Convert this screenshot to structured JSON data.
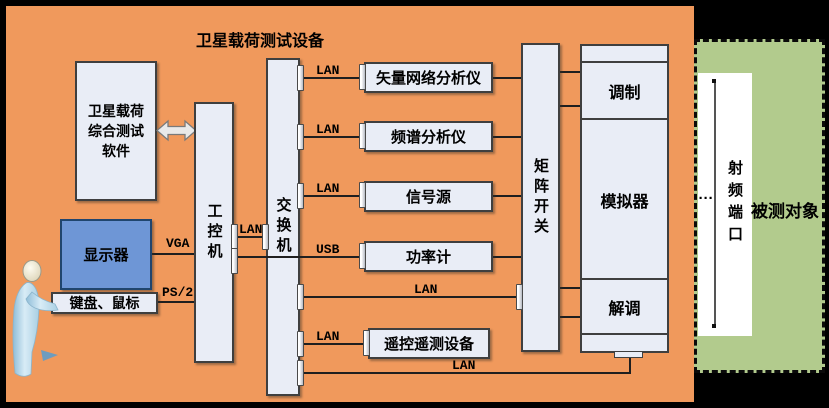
{
  "diagram_title": "卫星载荷测试设备",
  "colors": {
    "panel_orange": "#F0995C",
    "dut_zone_green": "#B2CB8D",
    "box_fill": "#E9EDF6",
    "monitor_blue": "#6E96D6",
    "line": "#1F1F1F"
  },
  "software_box": {
    "line1": "卫星载荷",
    "line2": "综合测试",
    "line3": "软件"
  },
  "monitor": {
    "label": "显示器"
  },
  "keyboard_mouse": {
    "label": "键盘、鼠标"
  },
  "ipc": {
    "label": "工控机"
  },
  "switch": {
    "label": "交换机"
  },
  "links": {
    "vga": "VGA",
    "ps2": "PS/2",
    "ipc_switch": "LAN",
    "matrix_direct": "LAN",
    "simulator_bottom": "LAN"
  },
  "instruments": [
    {
      "label": "矢量网络分析仪",
      "port": "LAN"
    },
    {
      "label": "频谱分析仪",
      "port": "LAN"
    },
    {
      "label": "信号源",
      "port": "LAN"
    },
    {
      "label": "功率计",
      "port": "USB"
    },
    {
      "label": "遥控遥测设备",
      "port": "LAN"
    }
  ],
  "matrix_switch": {
    "label": "矩阵开关"
  },
  "simulator": {
    "label": "模拟器",
    "top_section": "调制",
    "bottom_section": "解调"
  },
  "dut_zone": {
    "label": "被测对象",
    "rf_port": "射频端口",
    "continuation_dots": "···"
  }
}
